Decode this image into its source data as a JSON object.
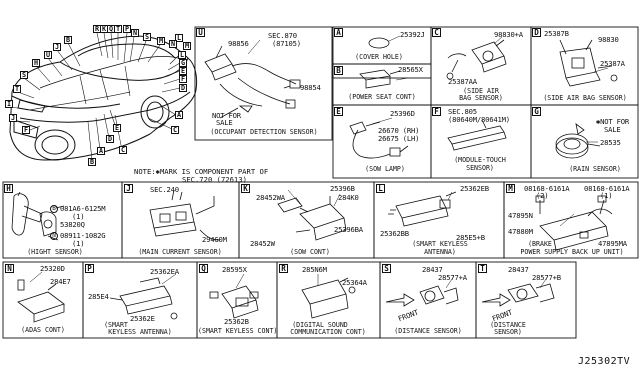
{
  "diagram_id": "J25302TV",
  "note": {
    "line1": "NOTE:✱MARK IS COMPONENT PART OF",
    "line2": "SEC.720 (72613)"
  },
  "car_pointers": [
    "R",
    "K",
    "Q",
    "T",
    "P",
    "N",
    "S",
    "M",
    "L",
    "G",
    "E",
    "F",
    "D",
    "A",
    "C",
    "B",
    "J",
    "U",
    "H",
    "S",
    "T",
    "I",
    "J",
    "F",
    "E",
    "D",
    "A",
    "B",
    "C",
    "L",
    "M",
    "N"
  ],
  "panels": {
    "U": {
      "letter": "U",
      "caption": "(OCCUPANT DETECTION SENSOR)",
      "parts": [
        "98856",
        "98854"
      ],
      "sec_ref": "SEC.870",
      "sec_sub": "(87105)",
      "not_for_sale_1": "NOT FOR",
      "not_for_sale_2": "SALE"
    },
    "A": {
      "letter": "A",
      "caption": "(COVER HOLE)",
      "parts": [
        "25392J"
      ]
    },
    "B": {
      "letter": "B",
      "caption": "(POWER SEAT CONT)",
      "parts": [
        "28565X"
      ]
    },
    "C": {
      "letter": "C",
      "caption_1": "(SIDE AIR",
      "caption_2": "BAG SENSOR)",
      "parts": [
        "98830+A",
        "25387AA"
      ]
    },
    "D": {
      "letter": "D",
      "caption": "(SIDE AIR BAG SENSOR)",
      "parts": [
        "25387B",
        "98830",
        "25387A"
      ]
    },
    "E": {
      "letter": "E",
      "caption": "(SOW LAMP)",
      "parts": [
        "25396D",
        "26670 (RH)",
        "26675 (LH)"
      ]
    },
    "F": {
      "letter": "F",
      "caption_1": "(MODULE-TOUCH",
      "caption_2": "SENSOR)",
      "sec_ref": "SEC.805",
      "sec_sub": "(80640M/80641M)"
    },
    "G": {
      "letter": "G",
      "caption": "(RAIN SENSOR)",
      "parts": [
        "28535"
      ],
      "not_for_sale_1": "✱NOT FOR",
      "not_for_sale_2": "SALE"
    },
    "H": {
      "letter": "H",
      "caption": "(HIGHT SENSOR)",
      "parts": [
        "081A6-6125M",
        "(1)",
        "53820Q",
        "08911-1082G",
        "(1)"
      ],
      "circle_b": "B",
      "circle_n": "N"
    },
    "J": {
      "letter": "J",
      "caption": "(MAIN CURRENT SENSOR)",
      "parts": [
        "294G0M"
      ],
      "sec_ref": "SEC.240"
    },
    "K": {
      "letter": "K",
      "caption": "(SOW CONT)",
      "parts": [
        "25396B",
        "28452WA",
        "284K0",
        "28452W",
        "25396BA"
      ]
    },
    "L": {
      "letter": "L",
      "caption_1": "(SMART KEYLESS",
      "caption_2": "ANTENNA)",
      "parts": [
        "25362EB",
        "25362BB",
        "285E5+B"
      ]
    },
    "M": {
      "letter": "M",
      "caption_1": "(BRAKE",
      "caption_2": "POWER SUPPLY BACK UP UNIT)",
      "parts": [
        "08168-6161A",
        "(2)",
        "08168-6161A",
        "(1)",
        "47895N",
        "47880M",
        "47895MA"
      ]
    },
    "N": {
      "letter": "N",
      "caption": "(ADAS CONT)",
      "parts": [
        "25320D",
        "284E7"
      ]
    },
    "P": {
      "letter": "P",
      "caption_1": "(SMART",
      "caption_2": "KEYLESS ANTENNA)",
      "parts": [
        "25362EA",
        "285E4",
        "25362E"
      ]
    },
    "Q": {
      "letter": "Q",
      "caption": "(SMART KEYLESS CONT)",
      "parts": [
        "28595X",
        "25362B"
      ]
    },
    "R": {
      "letter": "R",
      "caption_1": "(DIGITAL SOUND",
      "caption_2": "COMMUNICATION CONT)",
      "parts": [
        "285N6M",
        "25364A"
      ]
    },
    "S": {
      "letter": "S",
      "caption": "(DISTANCE SENSOR)",
      "parts": [
        "28437",
        "28577+A"
      ],
      "front": "FRONT"
    },
    "T": {
      "letter": "T",
      "caption_1": "(DISTANCE",
      "caption_2": "SENSOR)",
      "parts": [
        "28437",
        "28577+B"
      ],
      "front": "FRONT"
    }
  }
}
